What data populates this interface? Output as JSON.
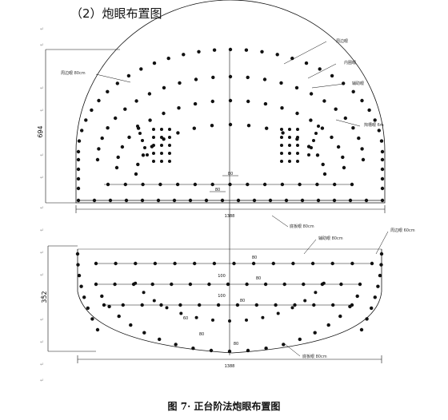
{
  "heading": "（2）炮眼布置图",
  "caption": "图 7· 正台阶法炮眼布置图",
  "para_mark": "↵",
  "dims": {
    "upper_height": "694",
    "lower_height": "352",
    "upper_width": "1388",
    "lower_width": "1388",
    "spacing_upper_1": "80",
    "spacing_upper_2": "80",
    "spacing_lower_1": "80",
    "spacing_lower_2": "100",
    "spacing_lower_3": "80",
    "spacing_lower_4": "100",
    "spacing_lower_5": "80",
    "spacing_lower_6": "60",
    "spacing_lower_7": "80",
    "spacing_lower_8": "80"
  },
  "labels": {
    "top_1": "周边眼",
    "top_2": "内圈眼",
    "top_3": "辅助眼",
    "top_4": "掏槽眼 6m",
    "left_1": "周边眼 80cm",
    "bottom_upper": "底板眼 80cm",
    "lower_1": "辅助眼 80cm",
    "lower_right": "周边眼 60cm",
    "lower_bottom": "底板眼 80cm"
  },
  "colors": {
    "ink": "#111111",
    "line": "#222222"
  }
}
